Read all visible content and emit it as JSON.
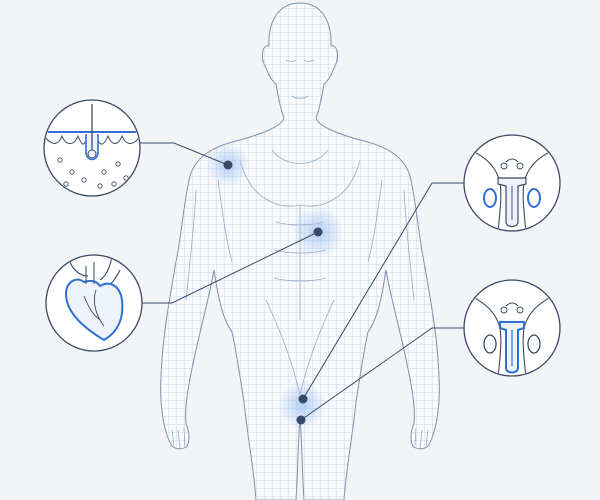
{
  "colors": {
    "background": "#f3f4f6",
    "mesh_stroke": "#9fb3cc",
    "mesh_fill": "#f8fafd",
    "outline": "#7d91ab",
    "accent": "#2f6fd6",
    "ink": "#3a4a66",
    "highlight": "#9cc0f0"
  },
  "figure": {
    "description_icon": "human-body-wireframe",
    "points": [
      {
        "id": "skin",
        "icon": "skin-hair-follicle-icon"
      },
      {
        "id": "heart",
        "icon": "heart-icon"
      },
      {
        "id": "pelvis-upper",
        "icon": "female-reproductive-icon"
      },
      {
        "id": "pelvis-lower",
        "icon": "male-reproductive-icon"
      }
    ]
  }
}
